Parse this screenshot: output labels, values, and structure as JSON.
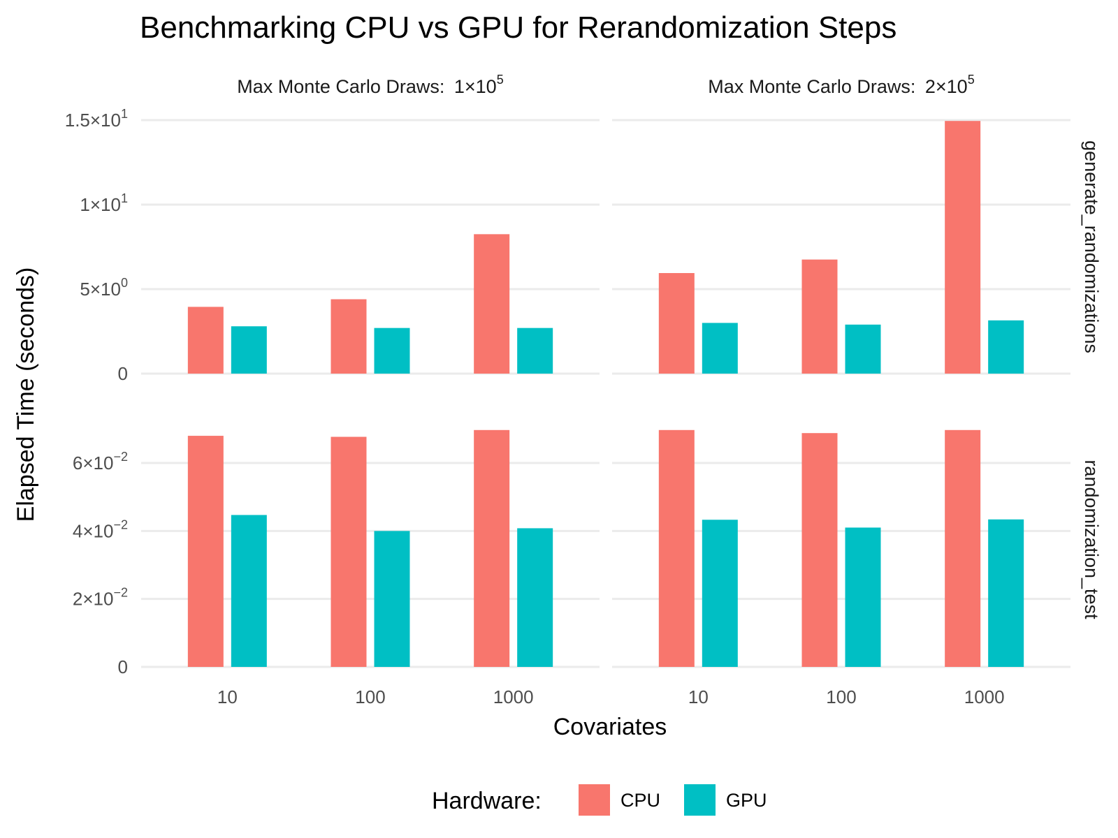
{
  "chart_data": {
    "type": "bar",
    "title": "Benchmarking CPU vs GPU for Rerandomization Steps",
    "xlabel": "Covariates",
    "ylabel": "Elapsed Time (seconds)",
    "categories": [
      "10",
      "100",
      "1000"
    ],
    "legend": {
      "title": "Hardware:",
      "placement": "bottom"
    },
    "grid": true,
    "series_colors": {
      "CPU": "#F8766D",
      "GPU": "#00BFC4"
    },
    "columns": [
      {
        "label_prefix": "Max Monte Carlo Draws:",
        "label_mantissa": "1",
        "label_exp": "5"
      },
      {
        "label_prefix": "Max Monte Carlo Draws:",
        "label_mantissa": "2",
        "label_exp": "5"
      }
    ],
    "rows": [
      {
        "label": "generate_randomizations",
        "ylim": [
          0,
          15
        ],
        "ticks": [
          {
            "value": 0,
            "mantissa": "0",
            "exp": ""
          },
          {
            "value": 5,
            "mantissa": "5",
            "exp": "0"
          },
          {
            "value": 10,
            "mantissa": "1",
            "exp": "1"
          },
          {
            "value": 15,
            "mantissa": "1.5",
            "exp": "1"
          }
        ]
      },
      {
        "label": "randomization_test",
        "ylim": [
          0,
          0.075
        ],
        "ticks": [
          {
            "value": 0,
            "mantissa": "0",
            "exp": ""
          },
          {
            "value": 0.02,
            "mantissa": "2",
            "exp": "−2"
          },
          {
            "value": 0.04,
            "mantissa": "4",
            "exp": "−2"
          },
          {
            "value": 0.06,
            "mantissa": "6",
            "exp": "−2"
          }
        ]
      }
    ],
    "series": [
      {
        "name": "CPU",
        "panels": [
          {
            "row": 0,
            "col": 0,
            "values": [
              3.95,
              4.4,
              8.25
            ]
          },
          {
            "row": 0,
            "col": 1,
            "values": [
              5.95,
              6.75,
              14.95
            ]
          },
          {
            "row": 1,
            "col": 0,
            "values": [
              0.068,
              0.0677,
              0.0697
            ]
          },
          {
            "row": 1,
            "col": 1,
            "values": [
              0.0697,
              0.0688,
              0.0697
            ]
          }
        ]
      },
      {
        "name": "GPU",
        "panels": [
          {
            "row": 0,
            "col": 0,
            "values": [
              2.8,
              2.7,
              2.7
            ]
          },
          {
            "row": 0,
            "col": 1,
            "values": [
              3.0,
              2.9,
              3.15
            ]
          },
          {
            "row": 1,
            "col": 0,
            "values": [
              0.0447,
              0.04,
              0.0408
            ]
          },
          {
            "row": 1,
            "col": 1,
            "values": [
              0.0433,
              0.041,
              0.0434
            ]
          }
        ]
      }
    ]
  }
}
